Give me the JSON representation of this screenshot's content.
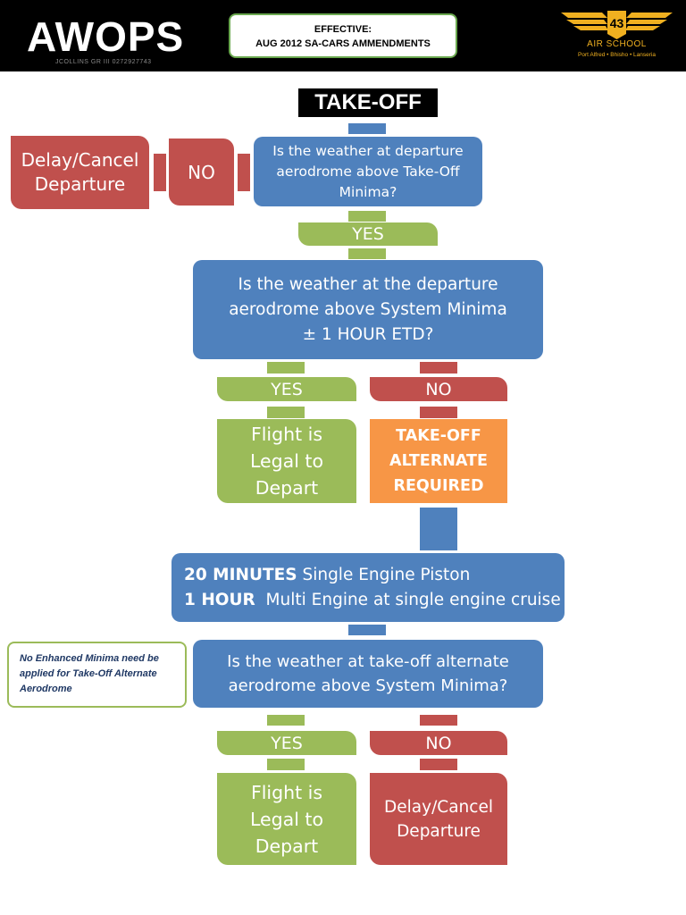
{
  "header": {
    "brand": "AWOPS",
    "author_line": "JCOLLINS GR III 0272927743",
    "effective_label": "EFFECTIVE:",
    "effective_text": "AUG 2012 SA-CARS AMMENDMENTS",
    "logo_title": "AIR SCHOOL",
    "logo_sub": "Port Alfred • Bhisho • Lanseria",
    "logo_mark": "43"
  },
  "flow": {
    "title": "TAKE-OFF",
    "delay_cancel_top": "Delay/Cancel Departure",
    "no_top": "NO",
    "q1": "Is the weather at departure aerodrome above Take-Off Minima?",
    "yes_1": "YES",
    "q2": "Is the weather at the departure aerodrome above System Minima ± 1 HOUR ETD?",
    "yes_2": "YES",
    "no_2": "NO",
    "legal_1": "Flight is Legal to Depart",
    "alt_required": "TAKE-OFF ALTERNATE REQUIRED",
    "time_1_bold": "20 MINUTES",
    "time_1_text": " Single Engine Piston",
    "time_2_bold": "1 HOUR",
    "time_2_text": "  Multi Engine at single engine cruise",
    "q3": "Is the weather at take-off alternate aerodrome above System Minima?",
    "yes_3": "YES",
    "no_3": "NO",
    "legal_2": "Flight is Legal to Depart",
    "delay_cancel_bottom": "Delay/Cancel Departure",
    "note": "No Enhanced Minima need be applied for Take-Off Alternate Aerodrome"
  },
  "colors": {
    "blue": "#4f81bd",
    "red": "#c0504d",
    "green": "#9bbb59",
    "orange": "#f79646"
  }
}
